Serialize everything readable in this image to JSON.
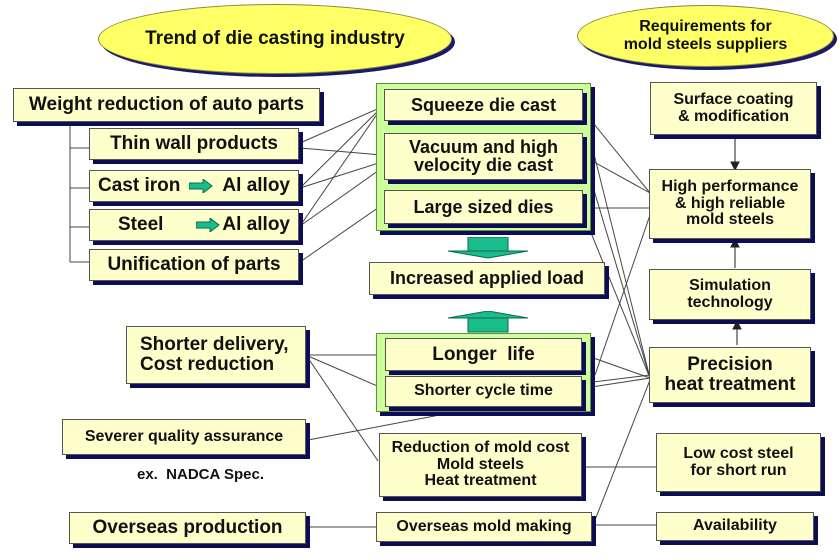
{
  "titles": {
    "trend": "Trend of die casting industry",
    "requirements": "Requirements for\nmold steels suppliers"
  },
  "left": {
    "weight_reduction": "Weight reduction of auto parts",
    "thin_wall": "Thin wall products",
    "cast_iron": "Cast iron",
    "steel": "Steel",
    "al_alloy": "Al alloy",
    "unification": "Unification of parts",
    "shorter_delivery": "Shorter delivery,\nCost reduction",
    "severer_qa": "Severer quality assurance",
    "nadca_note": "ex.  NADCA Spec.",
    "overseas_production": "Overseas production"
  },
  "center": {
    "squeeze": "Squeeze die cast",
    "vacuum": "Vacuum and high\nvelocity die cast",
    "large_dies": "Large sized dies",
    "increased_load": "Increased applied load",
    "longer_life": "Longer  life",
    "shorter_cycle": "Shorter cycle time",
    "reduction_mold_cost": "Reduction of mold cost\nMold steels\nHeat treatment",
    "overseas_mold": "Overseas mold making"
  },
  "right": {
    "surface_coating": "Surface coating\n& modification",
    "high_performance": "High performance\n& high reliable\nmold steels",
    "simulation": "Simulation\ntechnology",
    "precision_ht": "Precision\nheat treatment",
    "low_cost_steel": "Low cost steel\nfor short run",
    "availability": "Availability"
  },
  "colors": {
    "ellipse_fill": "#ffff66",
    "box_fill": "#ffffcc",
    "group_fill": "#ccff99",
    "arrow_fill": "#1abc8c",
    "shadow": "#0d0d55"
  }
}
